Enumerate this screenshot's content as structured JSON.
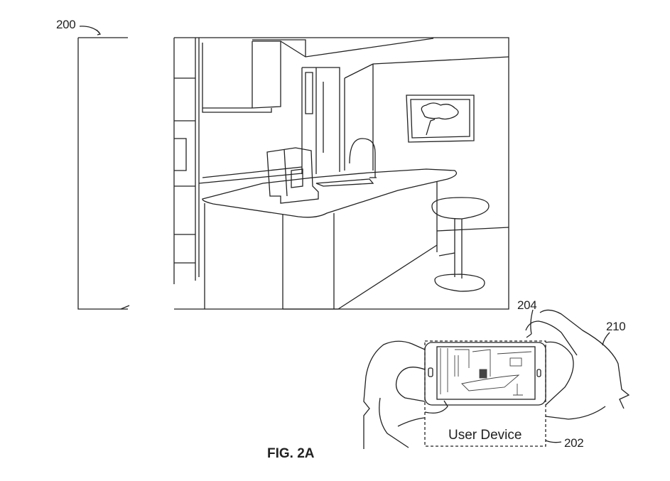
{
  "figure": {
    "caption": "FIG. 2A",
    "refs": {
      "scene": "200",
      "user_device_box": "202",
      "device_screen": "204",
      "hands": "210"
    },
    "device_label": "User Device"
  },
  "colors": {
    "line": "#222222",
    "background": "#ffffff",
    "screen": "#444444"
  }
}
